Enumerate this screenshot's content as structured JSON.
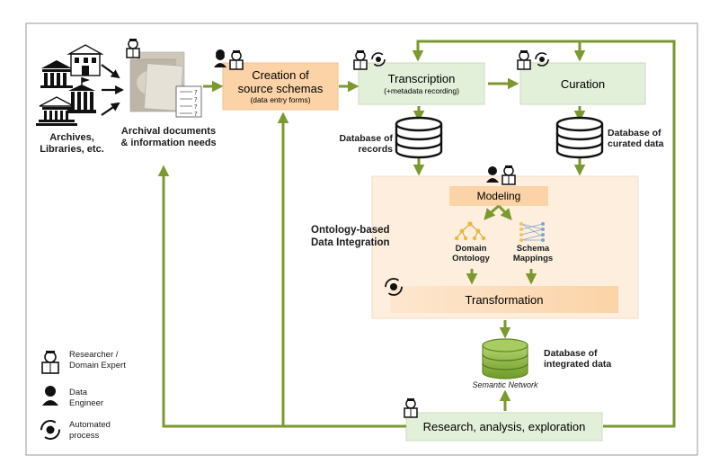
{
  "sources": {
    "label_line1": "Archives,",
    "label_line2": "Libraries, etc."
  },
  "documents": {
    "label_line1": "Archival documents",
    "label_line2": "& information needs"
  },
  "schemas": {
    "title_line1": "Creation of",
    "title_line2": "source schemas",
    "subtitle": "(data entry forms)"
  },
  "transcription": {
    "title": "Transcription",
    "subtitle": "(+metadata recording)"
  },
  "curation": {
    "title": "Curation"
  },
  "db_records": {
    "label_line1": "Database of",
    "label_line2": "records"
  },
  "db_curated": {
    "label_line1": "Database of",
    "label_line2": "curated data"
  },
  "integration": {
    "title_line1": "Ontology-based",
    "title_line2": "Data Integration",
    "modeling": "Modeling",
    "domain_line1": "Domain",
    "domain_line2": "Ontology",
    "schema_line1": "Schema",
    "schema_line2": "Mappings",
    "transformation": "Transformation"
  },
  "db_integrated": {
    "label_line1": "Database of",
    "label_line2": "integrated data",
    "caption": "Semantic Network"
  },
  "research": {
    "title": "Research, analysis, exploration"
  },
  "legend": {
    "researcher_line1": "Researcher /",
    "researcher_line2": "Domain Expert",
    "engineer_line1": "Data",
    "engineer_line2": "Engineer",
    "automated_line1": "Automated",
    "automated_line2": "process"
  },
  "colors": {
    "arrow_green": "#7a9a2e",
    "orange_box": "#fbd3a7",
    "orange_panel": "#fdeedd",
    "green_box": "#e2efd9",
    "db_green": "#8cb545",
    "frame": "#9a9a9a"
  }
}
